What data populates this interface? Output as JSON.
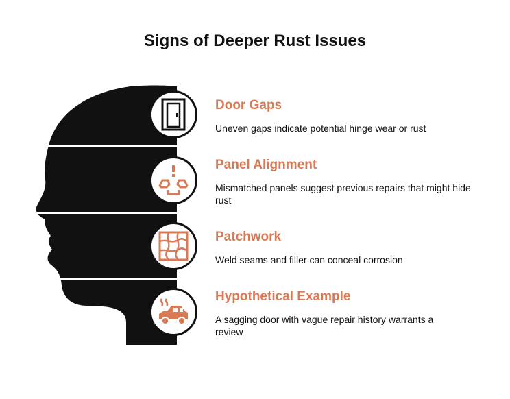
{
  "title": "Signs of Deeper Rust Issues",
  "accent_color": "#d97a55",
  "items": [
    {
      "title": "Door Gaps",
      "description": "Uneven gaps indicate potential hinge wear or rust",
      "icon": "door-icon"
    },
    {
      "title": "Panel Alignment",
      "description": "Mismatched panels suggest previous repairs that might hide rust",
      "icon": "car-warning-icon"
    },
    {
      "title": "Patchwork",
      "description": "Weld seams and filler can conceal corrosion",
      "icon": "patch-grid-icon"
    },
    {
      "title": "Hypothetical Example",
      "description": "A sagging door with vague repair history warrants a review",
      "icon": "smoking-car-icon"
    }
  ]
}
